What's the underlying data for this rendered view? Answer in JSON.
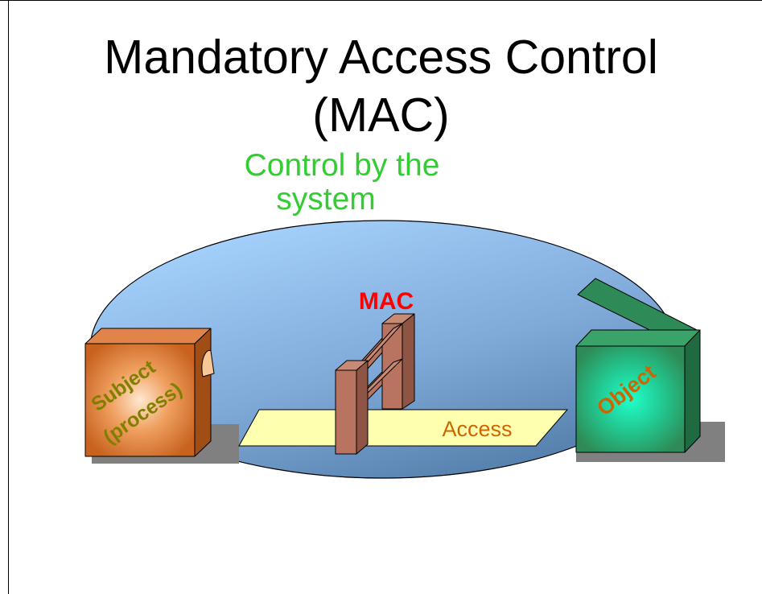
{
  "slide": {
    "title_line1": "Mandatory Access Control",
    "title_line2": "(MAC)",
    "subtitle_line1": "Control by the",
    "subtitle_line2": "system"
  },
  "diagram": {
    "subject_label_line1": "Subject",
    "subject_label_line2": "(process)",
    "gate_label": "MAC",
    "path_label": "Access",
    "object_label": "Object"
  },
  "colors": {
    "subtitle": "#33cc33",
    "gate_label": "#ff0000",
    "subject_label": "#808000",
    "access_label": "#cc6600",
    "object_label": "#cc6600",
    "ellipse_light": "#a8d4ff",
    "ellipse_dark": "#4f7aa6",
    "subject_box": "#d2691e",
    "object_box": "#2e8b57",
    "gate": "#b87460",
    "access_path": "#ffffb0",
    "shadow": "#808080"
  }
}
